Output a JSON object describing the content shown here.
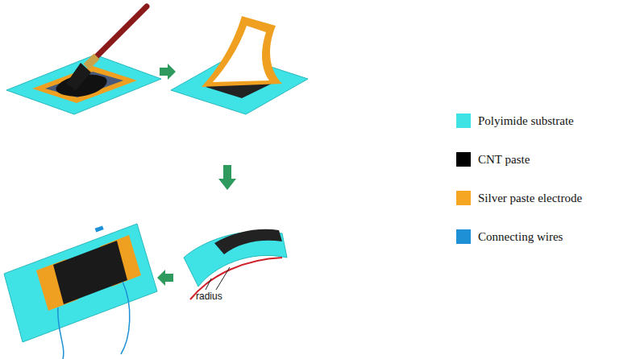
{
  "diagram": {
    "labels": [
      "radius"
    ],
    "legend": [
      {
        "text": "Polyimide substrate",
        "color": "#3fe3e6"
      },
      {
        "text": "CNT paste",
        "color": "#000000"
      },
      {
        "text": "Silver paste electrode",
        "color": "#f5a623"
      },
      {
        "text": "Connecting wires",
        "color": "#1e90d6"
      }
    ]
  }
}
